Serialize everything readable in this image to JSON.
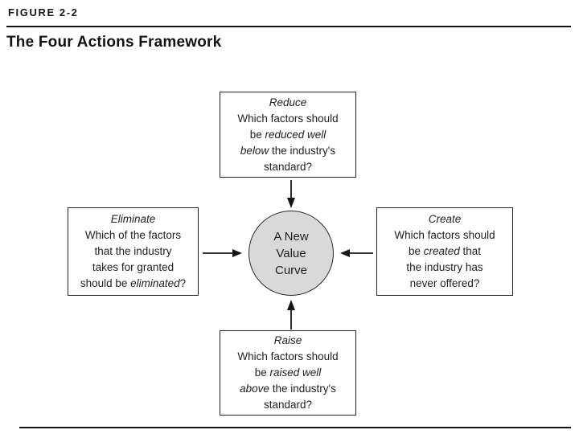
{
  "figure": {
    "label": "FIGURE 2-2",
    "title": "The Four Actions Framework"
  },
  "colors": {
    "ink": "#121212",
    "circle_fill": "#d9d9d9",
    "background": "#ffffff"
  },
  "center": {
    "lines": [
      "A New",
      "Value",
      "Curve"
    ]
  },
  "boxes": {
    "reduce": {
      "title": "Reduce",
      "lines": [
        [
          {
            "t": "Which factors should"
          }
        ],
        [
          {
            "t": "be "
          },
          {
            "t": "reduced well",
            "it": true
          }
        ],
        [
          {
            "t": "below",
            "it": true
          },
          {
            "t": " the industry's"
          }
        ],
        [
          {
            "t": "standard?"
          }
        ]
      ]
    },
    "eliminate": {
      "title": "Eliminate",
      "lines": [
        [
          {
            "t": "Which of the factors"
          }
        ],
        [
          {
            "t": "that the industry"
          }
        ],
        [
          {
            "t": "takes for granted"
          }
        ],
        [
          {
            "t": "should be "
          },
          {
            "t": "eliminated",
            "it": true
          },
          {
            "t": "?"
          }
        ]
      ]
    },
    "create": {
      "title": "Create",
      "lines": [
        [
          {
            "t": "Which factors should"
          }
        ],
        [
          {
            "t": "be "
          },
          {
            "t": "created",
            "it": true
          },
          {
            "t": " that"
          }
        ],
        [
          {
            "t": "the industry has"
          }
        ],
        [
          {
            "t": "never offered?"
          }
        ]
      ]
    },
    "raise": {
      "title": "Raise",
      "lines": [
        [
          {
            "t": "Which factors should"
          }
        ],
        [
          {
            "t": "be "
          },
          {
            "t": "raised well",
            "it": true
          }
        ],
        [
          {
            "t": "above",
            "it": true
          },
          {
            "t": " the industry's"
          }
        ],
        [
          {
            "t": "standard?"
          }
        ]
      ]
    }
  },
  "arrows": [
    {
      "name": "reduce-to-center",
      "direction": "down"
    },
    {
      "name": "eliminate-to-center",
      "direction": "right"
    },
    {
      "name": "create-to-center",
      "direction": "left"
    },
    {
      "name": "raise-to-center",
      "direction": "up"
    }
  ]
}
